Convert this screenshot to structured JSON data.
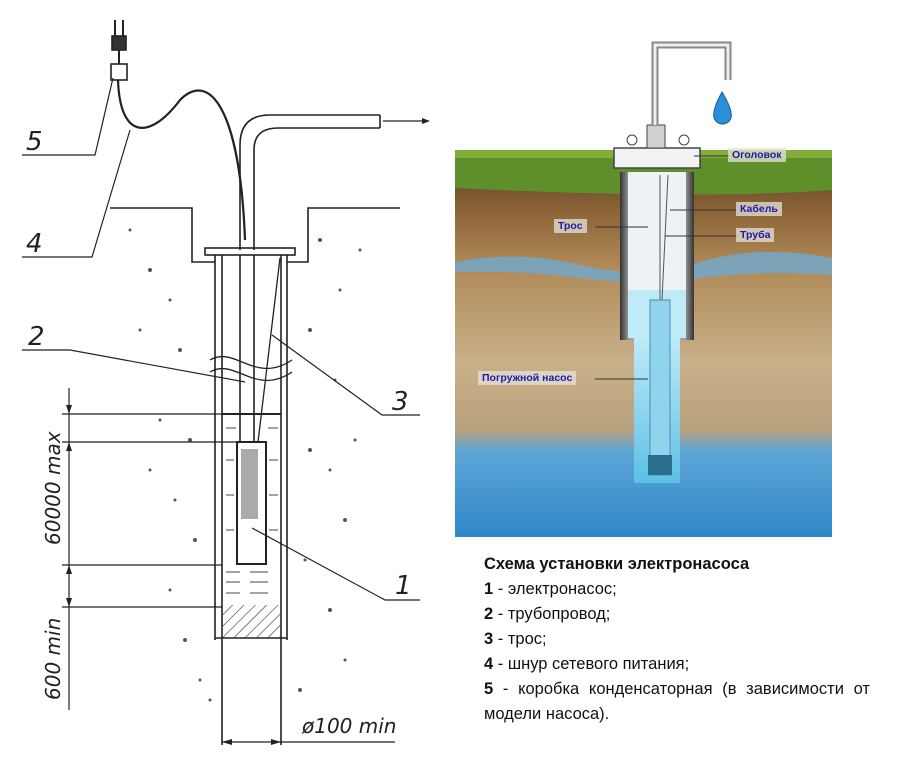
{
  "drawing": {
    "callouts": [
      "1",
      "2",
      "3",
      "4",
      "5"
    ],
    "dimensions": {
      "depth_max": "60000 max",
      "bottom_min": "600 min",
      "diameter": "ø100 min"
    }
  },
  "photo": {
    "labels": {
      "head": "Оголовок",
      "cable": "Кабель",
      "rope": "Трос",
      "pipe": "Труба",
      "pump": "Погружной насос"
    }
  },
  "caption": {
    "title": "Схема установки электронасоса",
    "items": [
      {
        "num": "1",
        "text": " - электронасос;"
      },
      {
        "num": "2",
        "text": " - трубопровод;"
      },
      {
        "num": "3",
        "text": " - трос;"
      },
      {
        "num": "4",
        "text": " - шнур сетевого питания;"
      },
      {
        "num": "5",
        "text": " - коробка конденсаторная (в зависимости от модели насоса)."
      }
    ]
  },
  "colors": {
    "label_text": "#1b1ba8",
    "water": "#3aa0d8",
    "soil": "#a07a4a",
    "grass": "#5f8f2a"
  }
}
